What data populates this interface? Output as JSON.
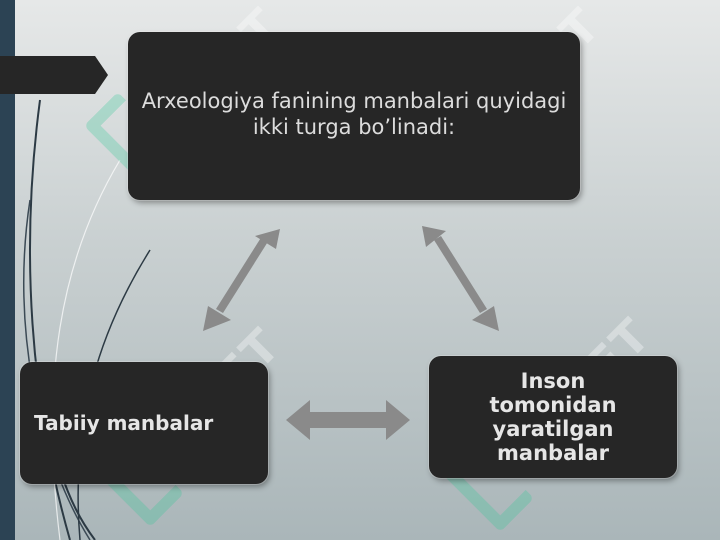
{
  "diagram": {
    "top_node": "Arxeologiya fanining manbalari quyidagi ikki turga bo’linadi:",
    "left_node": "Tabiiy manbalar",
    "right_node": "Inson tomonidan yaratilgan manbalar"
  },
  "watermark": {
    "text": "SOFT"
  },
  "colors": {
    "box_fill": "#262626",
    "arrow_fill": "#8a8a8a",
    "side_strip": "#2c4354"
  }
}
